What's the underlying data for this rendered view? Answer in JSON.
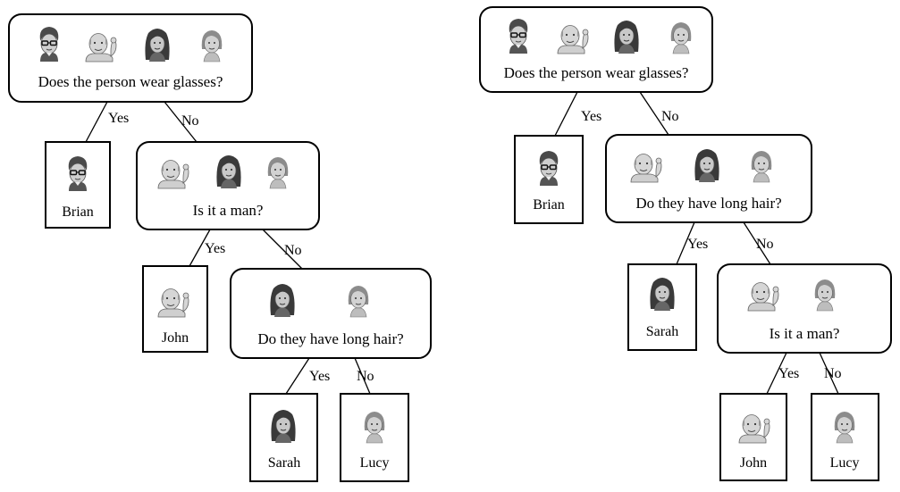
{
  "trees": [
    {
      "root_question": "Does the person wear glasses?",
      "yes_leaf": "Brian",
      "no_node": {
        "question": "Is it a man?",
        "yes_leaf": "John",
        "no_node": {
          "question": "Do they have long hair?",
          "yes_leaf": "Sarah",
          "no_leaf": "Lucy"
        }
      }
    },
    {
      "root_question": "Does the person wear glasses?",
      "yes_leaf": "Brian",
      "no_node": {
        "question": "Do they have long hair?",
        "yes_leaf": "Sarah",
        "no_node": {
          "question": "Is it a man?",
          "yes_leaf": "John",
          "no_leaf": "Lucy"
        }
      }
    }
  ],
  "edge_labels": {
    "yes": "Yes",
    "no": "No"
  },
  "characters": [
    {
      "name": "Brian",
      "icon": "glasses-man-avatar-icon",
      "hair": "#4a4a4a",
      "skin": "#c9c9c9"
    },
    {
      "name": "John",
      "icon": "bald-man-flexing-avatar-icon",
      "hair": "#9a9a9a",
      "skin": "#d4d4d4"
    },
    {
      "name": "Sarah",
      "icon": "long-hair-woman-avatar-icon",
      "hair": "#3a3a3a",
      "skin": "#c4c4c4"
    },
    {
      "name": "Lucy",
      "icon": "short-hair-woman-avatar-icon",
      "hair": "#8c8c8c",
      "skin": "#cfcfcf"
    }
  ]
}
